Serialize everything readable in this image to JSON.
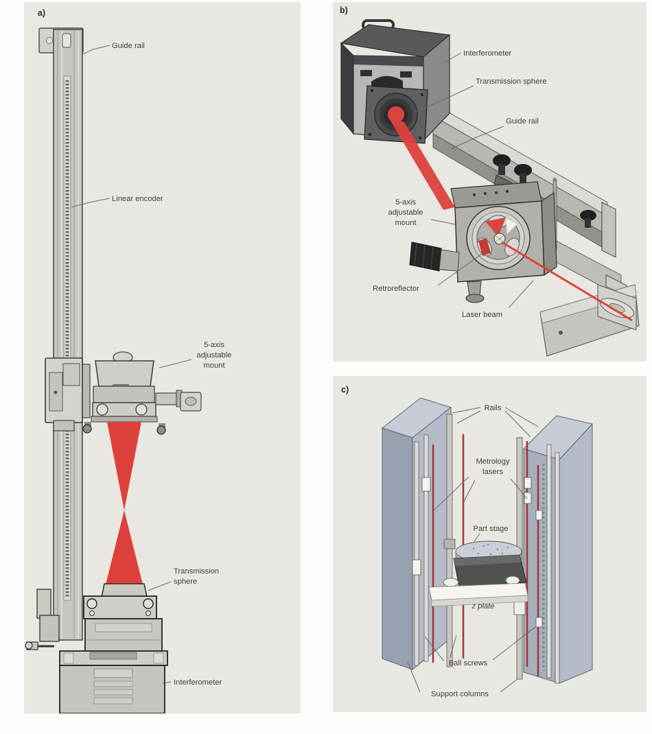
{
  "figure": {
    "type": "technical-illustration",
    "panels": 3
  },
  "colors": {
    "panel_bg": "#e9e7e1",
    "beam_red": "#de413c",
    "laser_red": "#a0362e",
    "label_ink": "#3d3d3d",
    "column_blue_gray": "#b4bac8"
  },
  "panel_a": {
    "tag": "a)",
    "labels": {
      "guide_rail": "Guide rail",
      "linear_encoder": "Linear encoder",
      "mount_line1": "5-axis",
      "mount_line2": "adjustable",
      "mount_line3": "mount",
      "sphere_line1": "Transmission",
      "sphere_line2": "sphere",
      "interferometer": "Interferometer"
    }
  },
  "panel_b": {
    "tag": "b)",
    "labels": {
      "interferometer": "Interferometer",
      "transmission_sphere": "Transmission sphere",
      "guide_rail": "Guide rail",
      "mount_line1": "5-axis",
      "mount_line2": "adjustable",
      "mount_line3": "mount",
      "retroreflector": "Retroreflector",
      "laser_beam": "Laser beam"
    }
  },
  "panel_c": {
    "tag": "c)",
    "labels": {
      "rails": "Rails",
      "metrology_line1": "Metrology",
      "metrology_line2": "lasers",
      "part_stage": "Part stage",
      "z_plate": "z plate",
      "ball_screws": "Ball screws",
      "support_columns": "Support columns"
    }
  }
}
